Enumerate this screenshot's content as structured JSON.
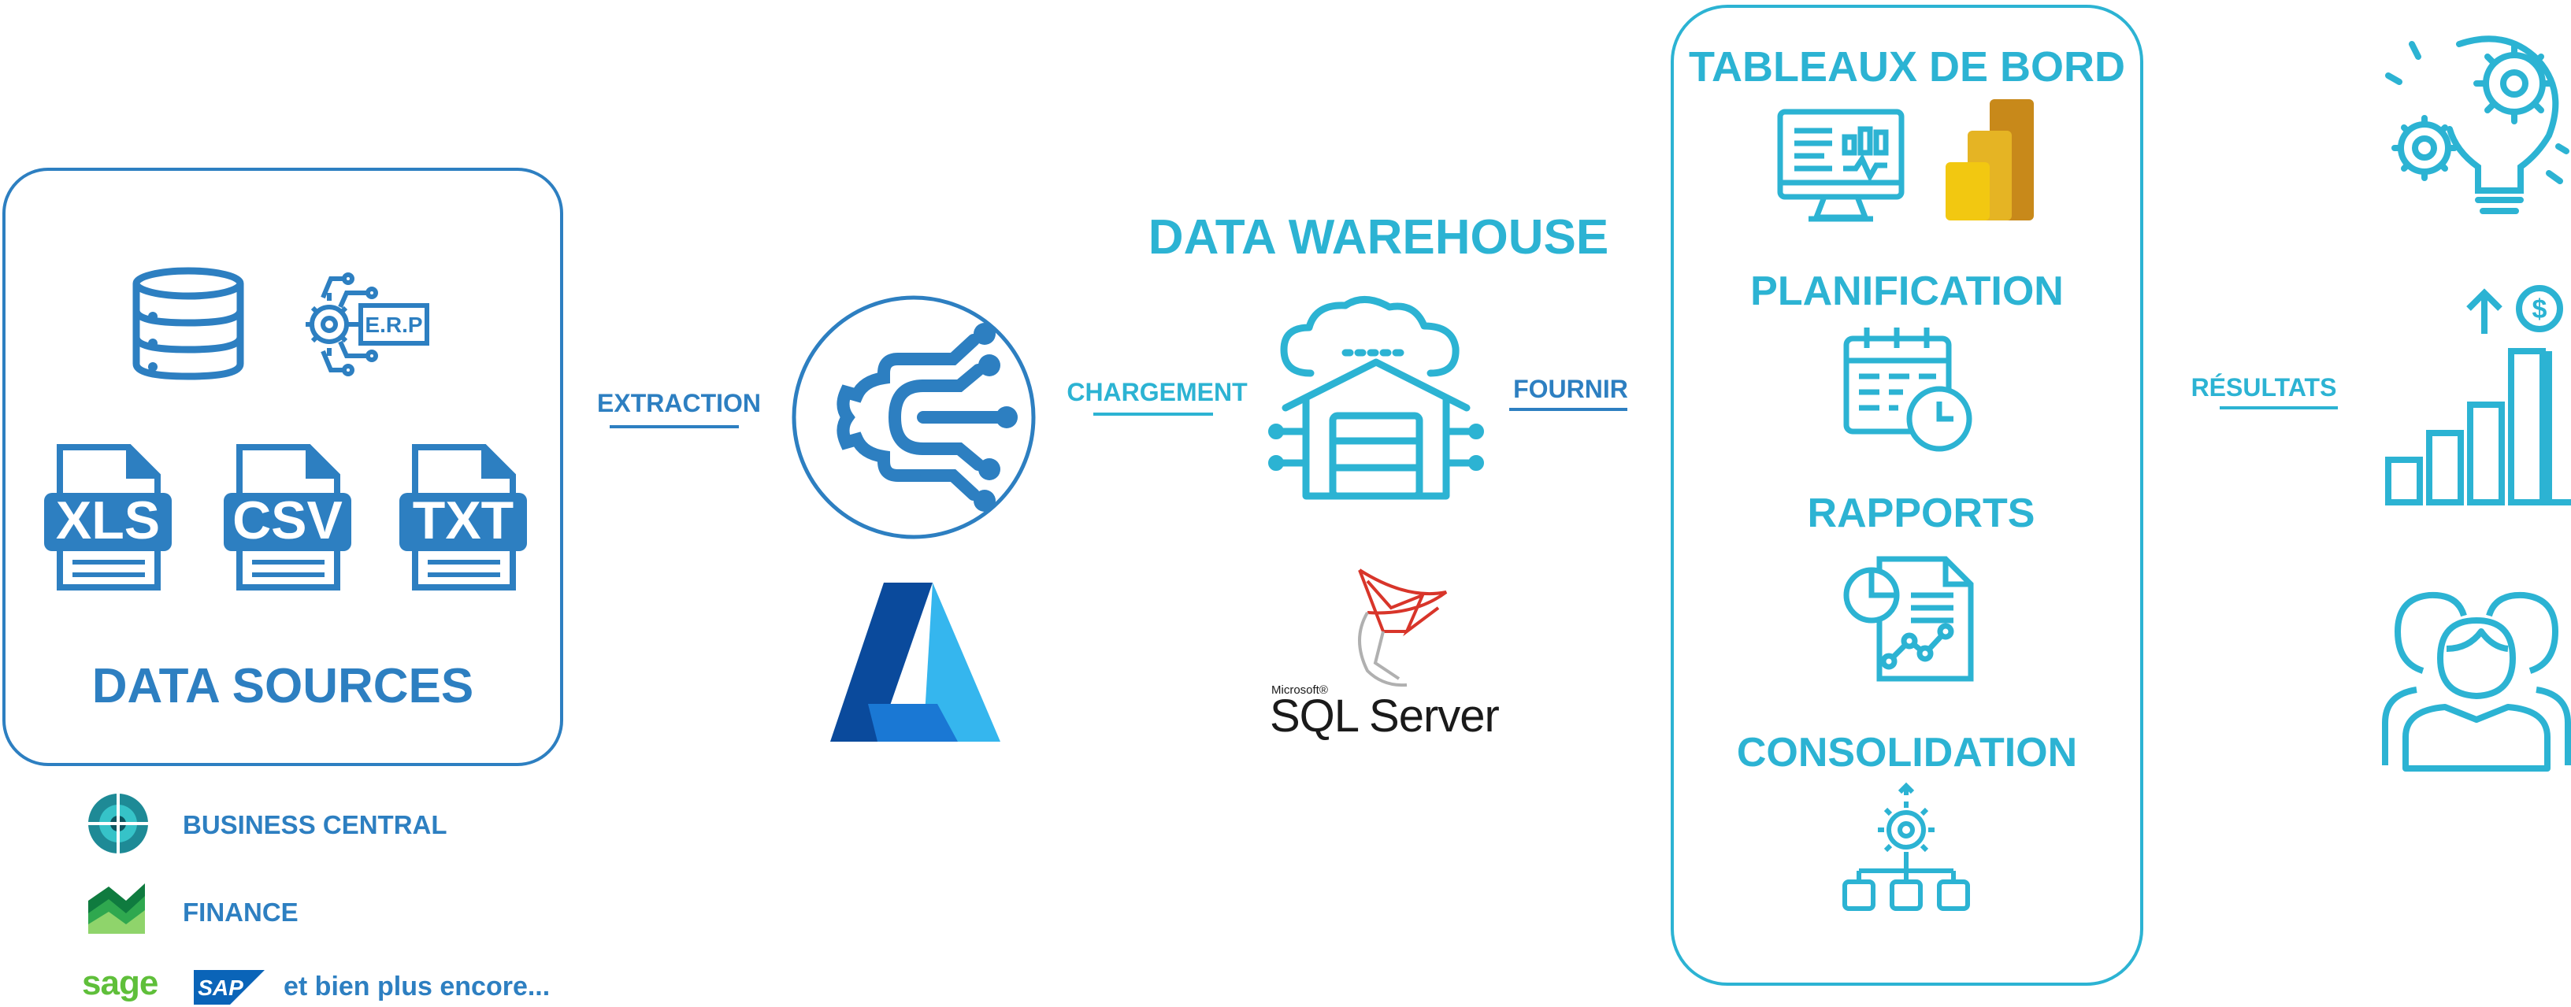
{
  "sources": {
    "title": "DATA SOURCES",
    "erp_label": "E.R.P",
    "file_types": [
      "XLS",
      "CSV",
      "TXT"
    ]
  },
  "flow": {
    "extraction": "EXTRACTION",
    "chargement": "CHARGEMENT",
    "fournir": "FOURNIR",
    "resultats": "RÉSULTATS"
  },
  "warehouse": {
    "title": "DATA WAREHOUSE",
    "sql_brand_small": "Microsoft®",
    "sql_brand": "SQL Server"
  },
  "outputs": {
    "dashboards": "TABLEAUX DE BORD",
    "planning": "PLANIFICATION",
    "reports": "RAPPORTS",
    "consolidation": "CONSOLIDATION"
  },
  "integrations": {
    "business_central": "BUSINESS CENTRAL",
    "finance": "FINANCE",
    "sage": "sage",
    "sap": "SAP",
    "more": "et bien plus encore..."
  },
  "colors": {
    "blue": "#2d7fc1",
    "cyan": "#2cb3d3",
    "azure_dark": "#0a4a9c",
    "azure_light": "#35b6ee",
    "powerbi_yellow": "#f2c811",
    "sql_red": "#d8352a",
    "sage_green": "#5fbf3a",
    "sap_blue": "#0a64b8"
  }
}
